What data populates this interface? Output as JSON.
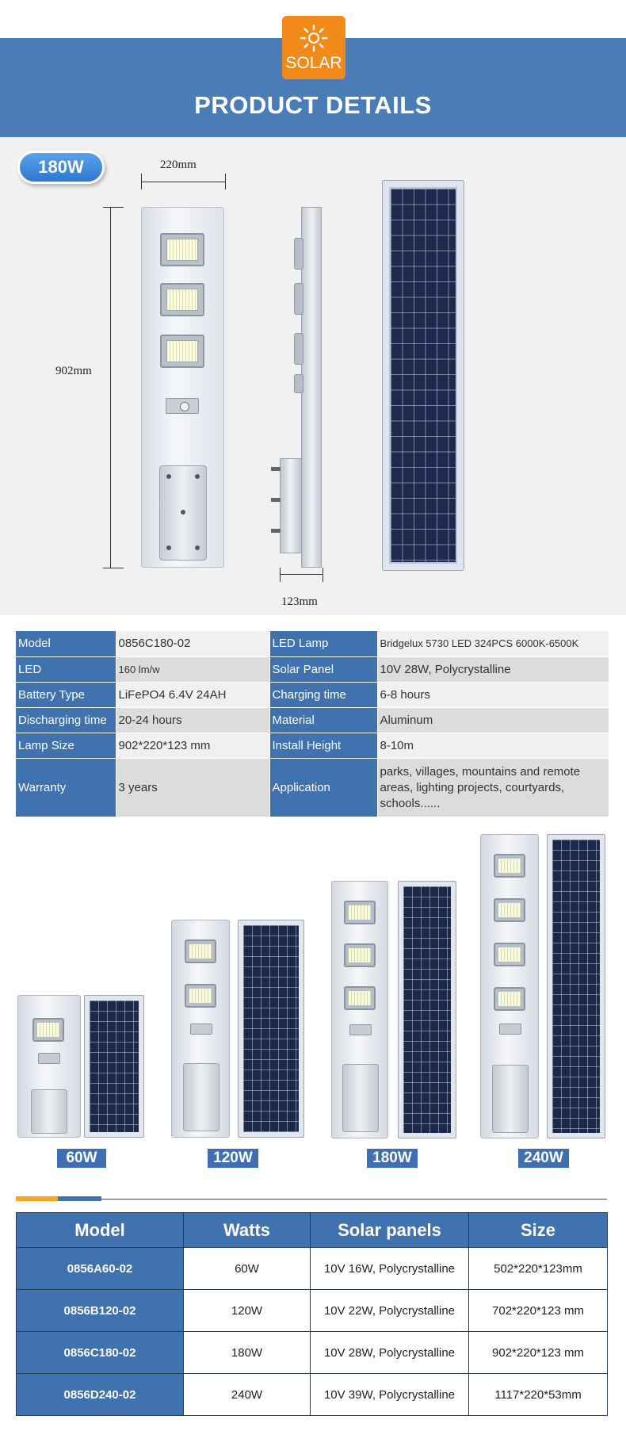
{
  "header": {
    "badge_label": "SOLAR",
    "title": "PRODUCT DETAILS"
  },
  "drawing": {
    "watt_label": "180W",
    "width_dim": "220mm",
    "height_dim": "902mm",
    "depth_dim": "123mm"
  },
  "specs": {
    "rows": [
      {
        "l1": "Model",
        "v1": "0856C180-02",
        "l2": "LED Lamp",
        "v2": "Bridgelux 5730 LED 324PCS 6000K-6500K"
      },
      {
        "l1": "LED",
        "v1": "160 lm/w",
        "l2": "Solar Panel",
        "v2": "10V 28W, Polycrystalline"
      },
      {
        "l1": "Battery Type",
        "v1": "LiFePO4 6.4V 24AH",
        "l2": "Charging time",
        "v2": "6-8 hours"
      },
      {
        "l1": "Discharging time",
        "v1": "20-24 hours",
        "l2": "Material",
        "v2": "Aluminum"
      },
      {
        "l1": "Lamp Size",
        "v1": "902*220*123 mm",
        "l2": "Install Height",
        "v2": "8-10m"
      },
      {
        "l1": "Warranty",
        "v1": "3 years",
        "l2": "Application",
        "v2": "parks, villages, mountains and remote areas, lighting projects, courtyards, schools......"
      }
    ]
  },
  "lineup": {
    "tags": [
      "60W",
      "120W",
      "180W",
      "240W"
    ]
  },
  "models": {
    "headers": [
      "Model",
      "Watts",
      "Solar panels",
      "Size"
    ],
    "rows": [
      {
        "model": "0856A60-02",
        "watts": "60W",
        "panel": "10V 16W, Polycrystalline",
        "size": "502*220*123mm"
      },
      {
        "model": "0856B120-02",
        "watts": "120W",
        "panel": "10V 22W, Polycrystalline",
        "size": "702*220*123 mm"
      },
      {
        "model": "0856C180-02",
        "watts": "180W",
        "panel": "10V 28W, Polycrystalline",
        "size": "902*220*123 mm"
      },
      {
        "model": "0856D240-02",
        "watts": "240W",
        "panel": "10V 39W, Polycrystalline",
        "size": "1117*220*53mm"
      }
    ]
  },
  "colors": {
    "header_blue": "#4a7cb8",
    "badge_orange": "#f28a1a",
    "table_blue": "#3f72ae",
    "accent_orange": "#f5a623"
  },
  "icons": [
    "sun-icon"
  ]
}
